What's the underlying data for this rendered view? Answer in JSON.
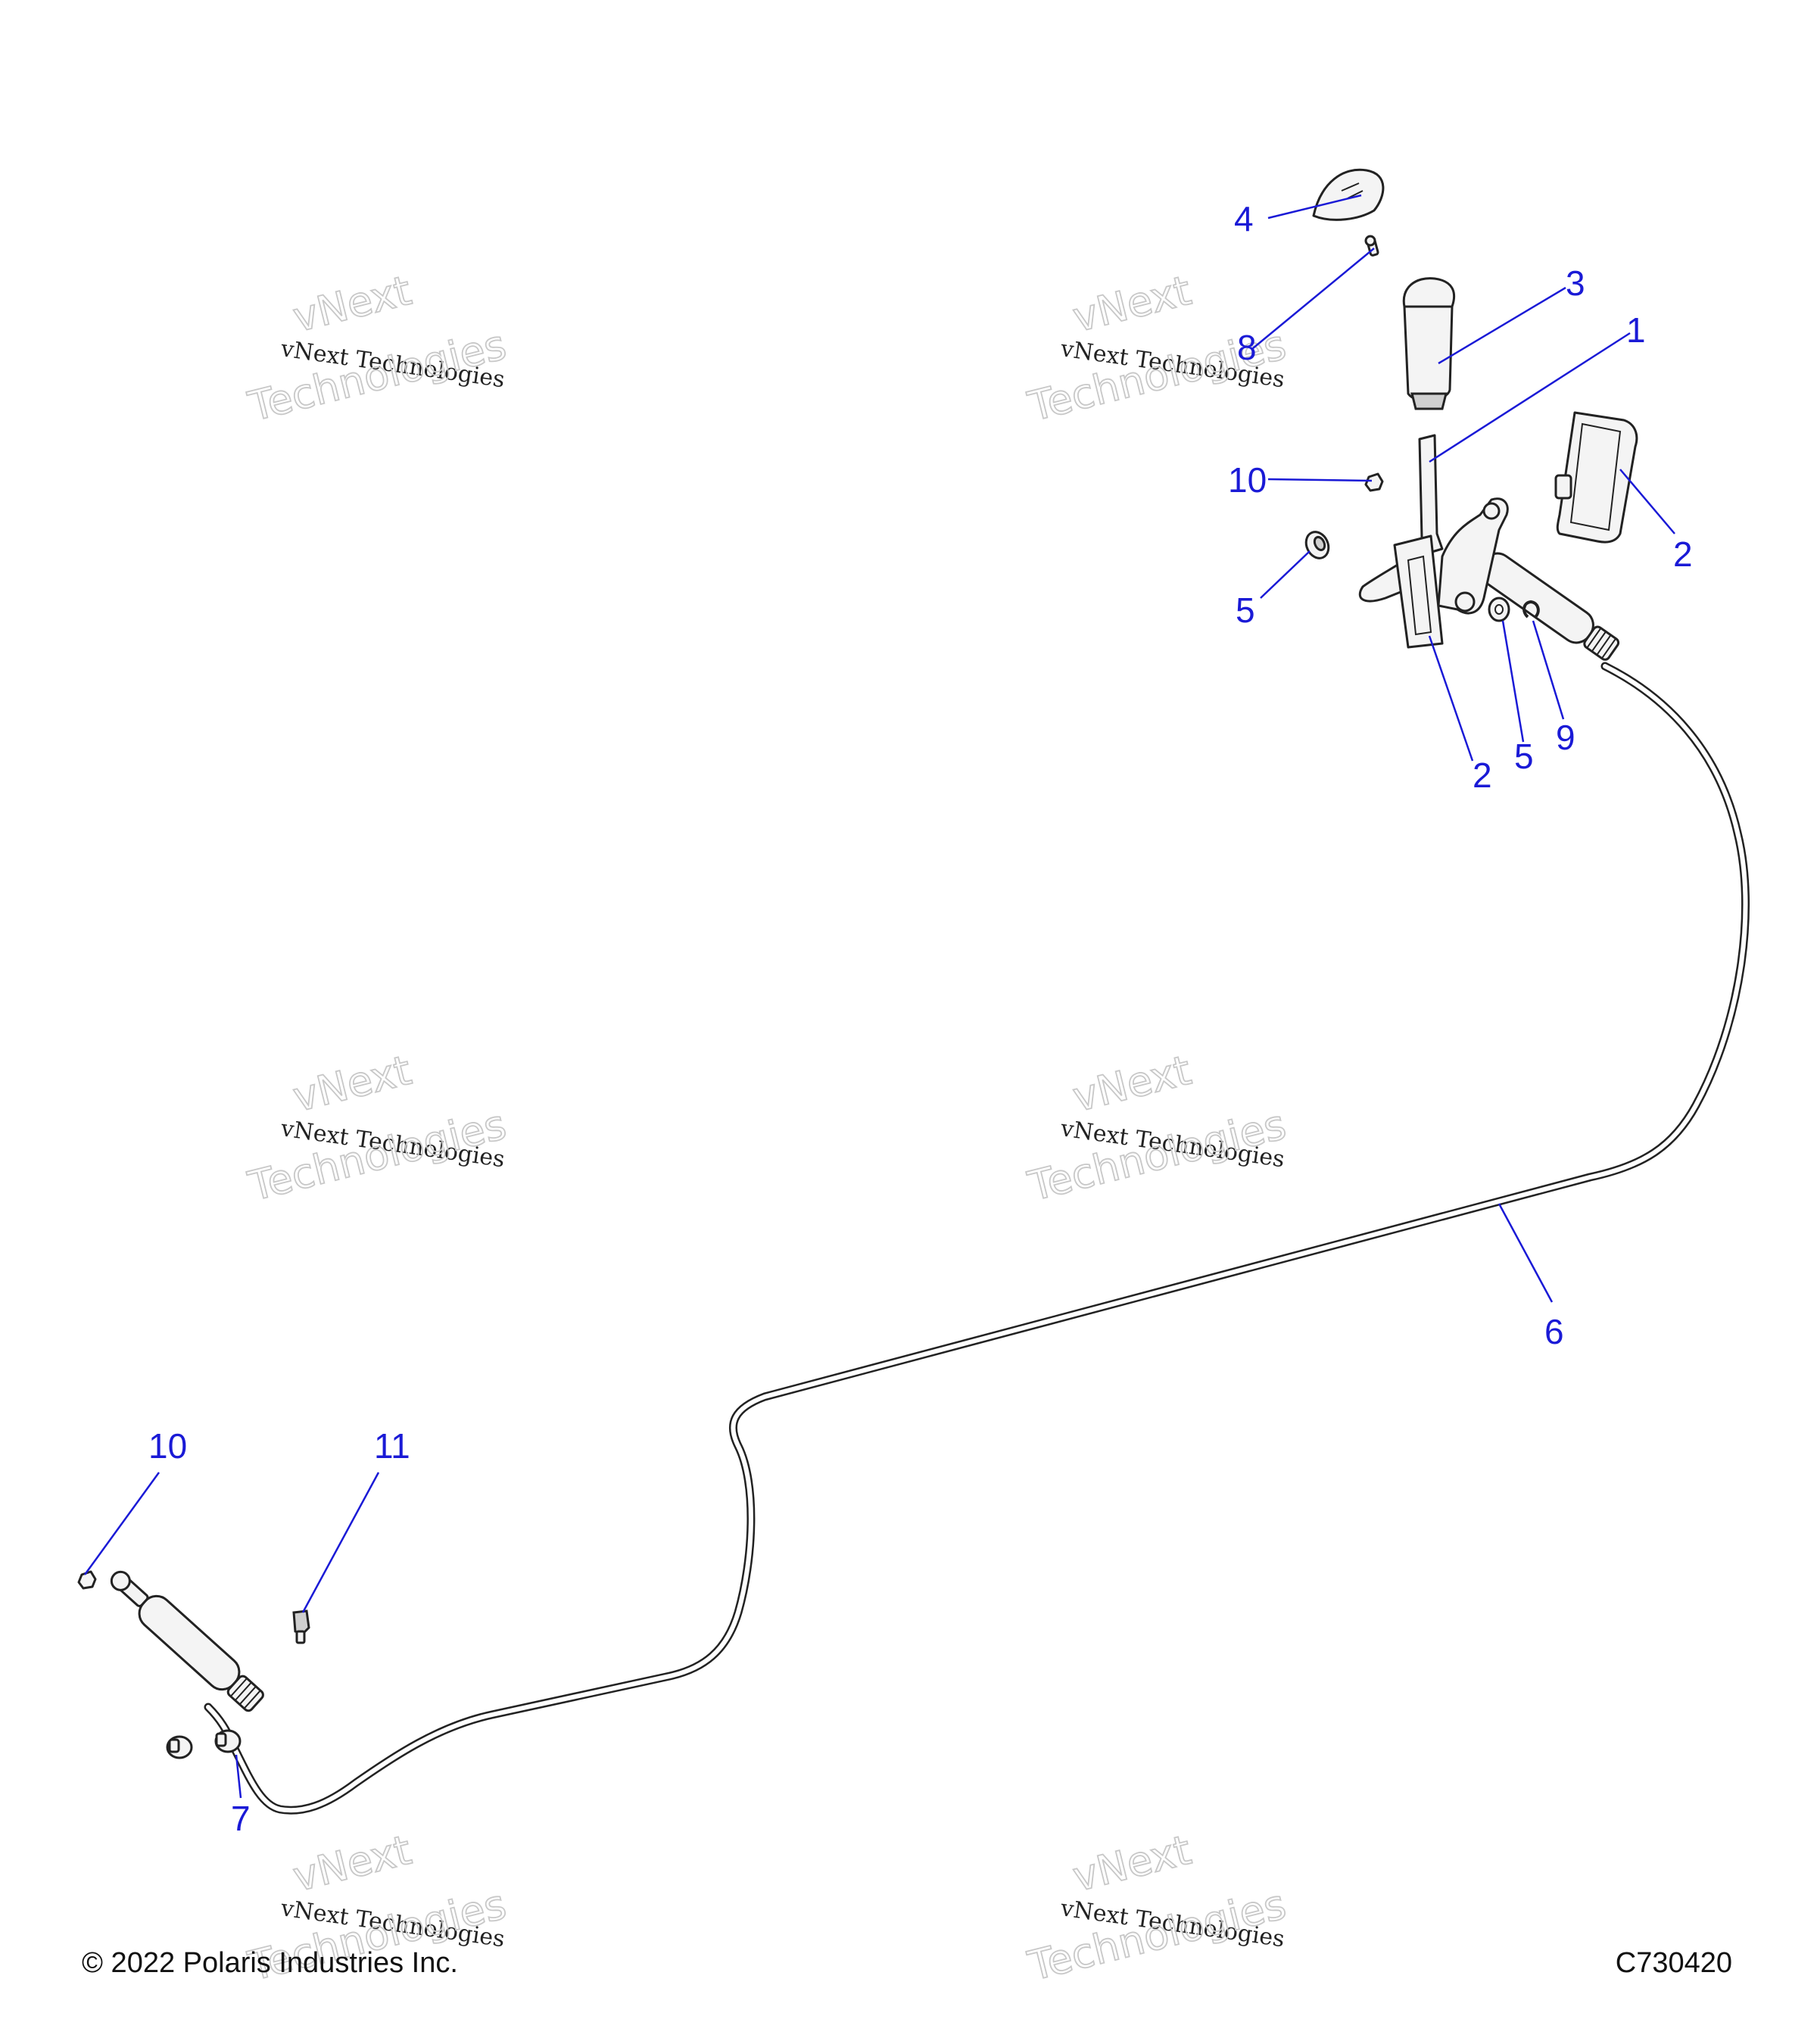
{
  "callouts": {
    "c1": "1",
    "c2a": "2",
    "c2b": "2",
    "c3": "3",
    "c4": "4",
    "c5a": "5",
    "c5b": "5",
    "c6": "6",
    "c7": "7",
    "c8": "8",
    "c9": "9",
    "c10a": "10",
    "c10b": "10",
    "c11": "11"
  },
  "watermark": {
    "line1": "vNext",
    "line2": "vNext Technologies",
    "line3": "Technologies"
  },
  "footer": {
    "copyright": "© 2022 Polaris Industries Inc.",
    "drawing_number": "C730420"
  },
  "colors": {
    "callout": "#1a1ad6",
    "line_art": "#222222"
  }
}
